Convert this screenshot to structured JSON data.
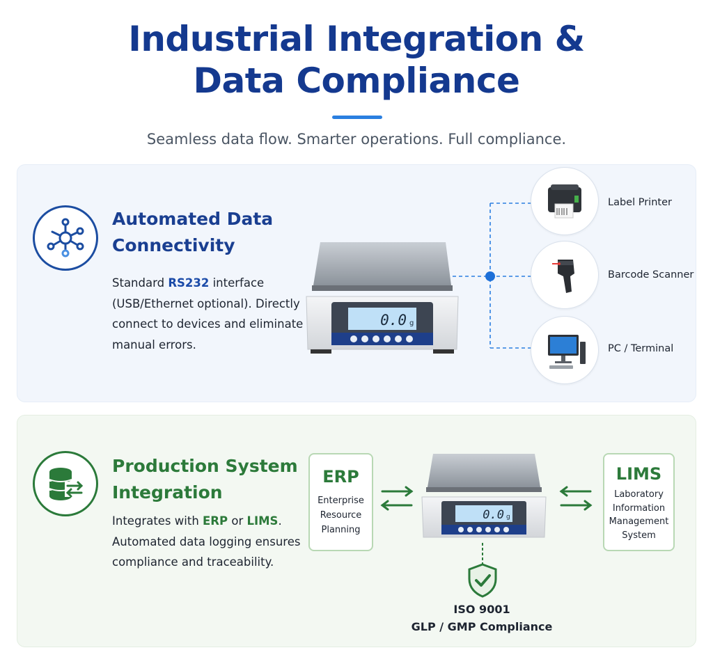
{
  "header": {
    "title_line1": "Industrial Integration &",
    "title_line2": "Data Compliance",
    "subtitle": "Seamless data flow. Smarter operations. Full compliance."
  },
  "connectivity": {
    "icon": "network-hub-icon",
    "heading_line1": "Automated Data",
    "heading_line2": "Connectivity",
    "body": {
      "p1": "Standard ",
      "p2": "RS232",
      "p3": " interface (USB/Ethernet optional). Directly connect to devices and eliminate manual errors."
    },
    "scale_display": "0.0",
    "scale_unit": "g",
    "devices": [
      {
        "label": "Label Printer",
        "icon": "label-printer-icon"
      },
      {
        "label": "Barcode Scanner",
        "icon": "barcode-scanner-icon"
      },
      {
        "label": "PC / Terminal",
        "icon": "pc-terminal-icon"
      }
    ]
  },
  "integration": {
    "icon": "database-transfer-icon",
    "heading_line1": "Production System",
    "heading_line2": "Integration",
    "body": {
      "p1": "Integrates with ",
      "p2": "ERP",
      "p3": " or ",
      "p4": "LIMS",
      "p5": ". Automated data logging ensures compliance and traceability."
    },
    "scale_display": "0.0",
    "scale_unit": "g",
    "erp": {
      "title": "ERP",
      "lines": [
        "Enterprise",
        "Resource",
        "Planning"
      ]
    },
    "lims": {
      "title": "LIMS",
      "lines": [
        "Laboratory",
        "Information",
        "Management",
        "System"
      ]
    },
    "compliance": {
      "line1": "ISO 9001",
      "line2": "GLP / GMP Compliance",
      "icon": "shield-check-icon"
    }
  },
  "colors": {
    "title_blue": "#14398f",
    "accent_blue": "#2a7fe0",
    "accent_green": "#2c7a3a",
    "panel_blue": "#f2f6fc",
    "panel_green": "#f3f8f2"
  }
}
